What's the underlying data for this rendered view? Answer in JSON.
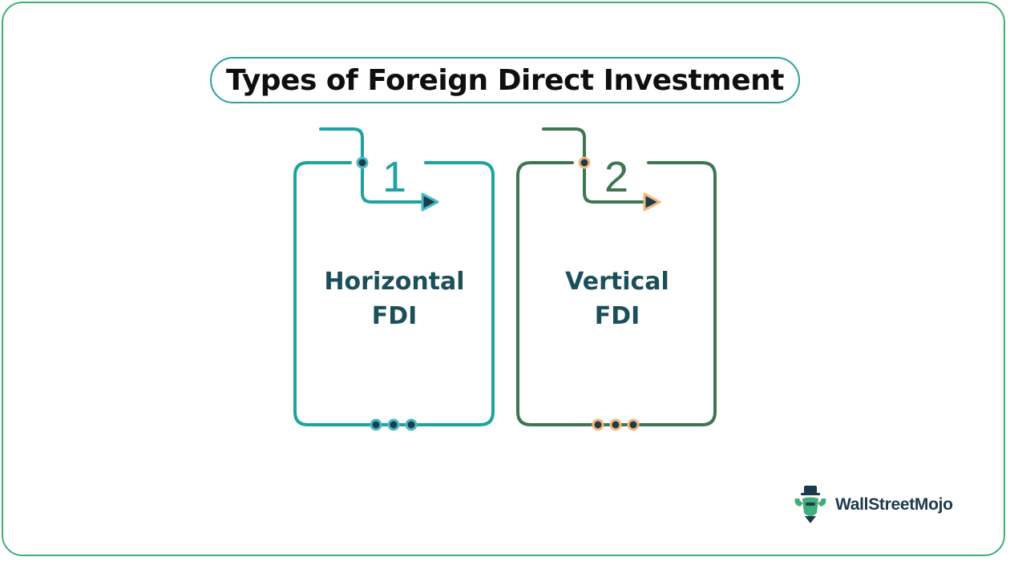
{
  "title": "Types of Foreign Direct Investment",
  "cards": [
    {
      "number": "1",
      "line1": "Horizontal",
      "line2": "FDI",
      "accent": "#1fa3a1",
      "dot": "#4cb9c6",
      "text_color": "#1b4f5a"
    },
    {
      "number": "2",
      "line1": "Vertical",
      "line2": "FDI",
      "accent": "#3f7651",
      "dot": "#f5b77a",
      "text_color": "#1b4f5a"
    }
  ],
  "brand": {
    "name": "WallStreetMojo",
    "color": "#1d3a4c"
  },
  "colors": {
    "frame": "#3fae78",
    "title_border": "#2aa2a0",
    "dark_dot": "#1c3d4a"
  }
}
